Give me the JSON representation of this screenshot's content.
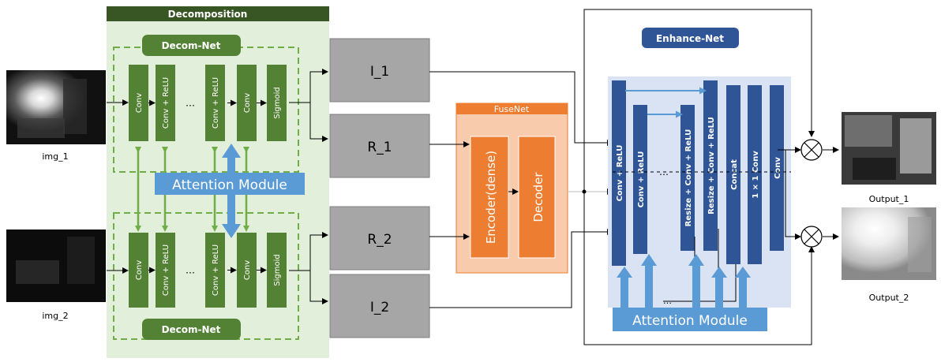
{
  "inputs": [
    {
      "caption": "img_1"
    },
    {
      "caption": "img_2"
    }
  ],
  "outputs": [
    {
      "caption": "Output_1"
    },
    {
      "caption": "Output_2"
    }
  ],
  "decomposition": {
    "title": "Decomposition",
    "decom_net_label": "Decom-Net",
    "layers": [
      "Conv",
      "Conv + ReLU",
      "Conv + ReLU",
      "Conv",
      "Sigmoid"
    ],
    "ellipsis": "…",
    "attention_label": "Attention Module"
  },
  "intermediates": [
    "I_1",
    "R_1",
    "R_2",
    "I_2"
  ],
  "fusenet": {
    "title": "FuseNet",
    "encoder": "Encoder(dense)",
    "decoder": "Decoder"
  },
  "enhance": {
    "title": "Enhance-Net",
    "layers": [
      "Conv + ReLU",
      "Conv + ReLU",
      "Resize + Conv + ReLU",
      "Resize + Conv + ReLU",
      "Concat",
      "1 × 1 Conv",
      "Conv"
    ],
    "ellipsis": "…",
    "attention_label": "Attention Module"
  },
  "colors": {
    "decomp_bg": "#e2efda",
    "decomp_header": "#375623",
    "layer_green": "#548235",
    "attention_blue": "#5b9bd5",
    "gray_box": "#a6a6a6",
    "fuse_bg": "#f8cbad",
    "fuse_orange": "#ed7d31",
    "enhance_bg": "#dae3f3",
    "enhance_layer": "#2f5597"
  }
}
